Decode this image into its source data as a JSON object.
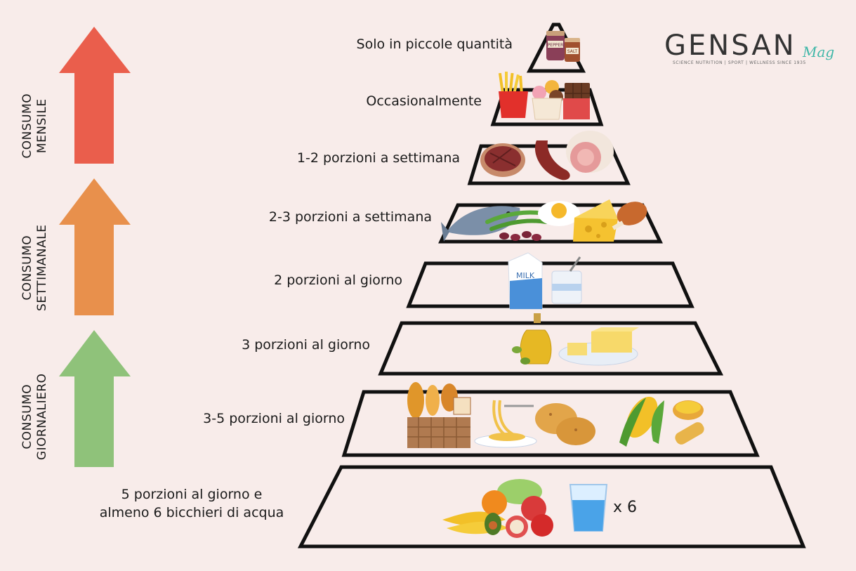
{
  "levels": [
    {
      "label": "Solo in piccole quantità"
    },
    {
      "label": "Occasionalmente"
    },
    {
      "label": "1-2 porzioni a settimana"
    },
    {
      "label": "2-3 porzioni a settimana"
    },
    {
      "label": "2 porzioni al giorno"
    },
    {
      "label": "3 porzioni al giorno"
    },
    {
      "label": "3-5 porzioni al giorno"
    },
    {
      "label_line1": "5 porzioni al giorno e",
      "label_line2": "almeno 6 bicchieri di acqua"
    }
  ],
  "water_multiplier": "x 6",
  "arrows": [
    {
      "line1": "CONSUMO",
      "line2": "MENSILE",
      "color": "#ea5e4c"
    },
    {
      "line1": "CONSUMO",
      "line2": "SETTIMANALE",
      "color": "#e8904c"
    },
    {
      "line1": "CONSUMO",
      "line2": "GIORNALIERO",
      "color": "#8fc27a"
    }
  ],
  "logo": {
    "brand": "GENSAN",
    "suffix": "Mag",
    "tagline": "SCIENCE NUTRITION | SPORT | WELLNESS SINCE 1935",
    "accent_color": "#3fb7a8"
  },
  "food_labels": {
    "pepper": "PEPPER",
    "salt": "SALT",
    "milk": "MILK"
  },
  "colors": {
    "background": "#f8ecea",
    "outline": "#111111"
  }
}
